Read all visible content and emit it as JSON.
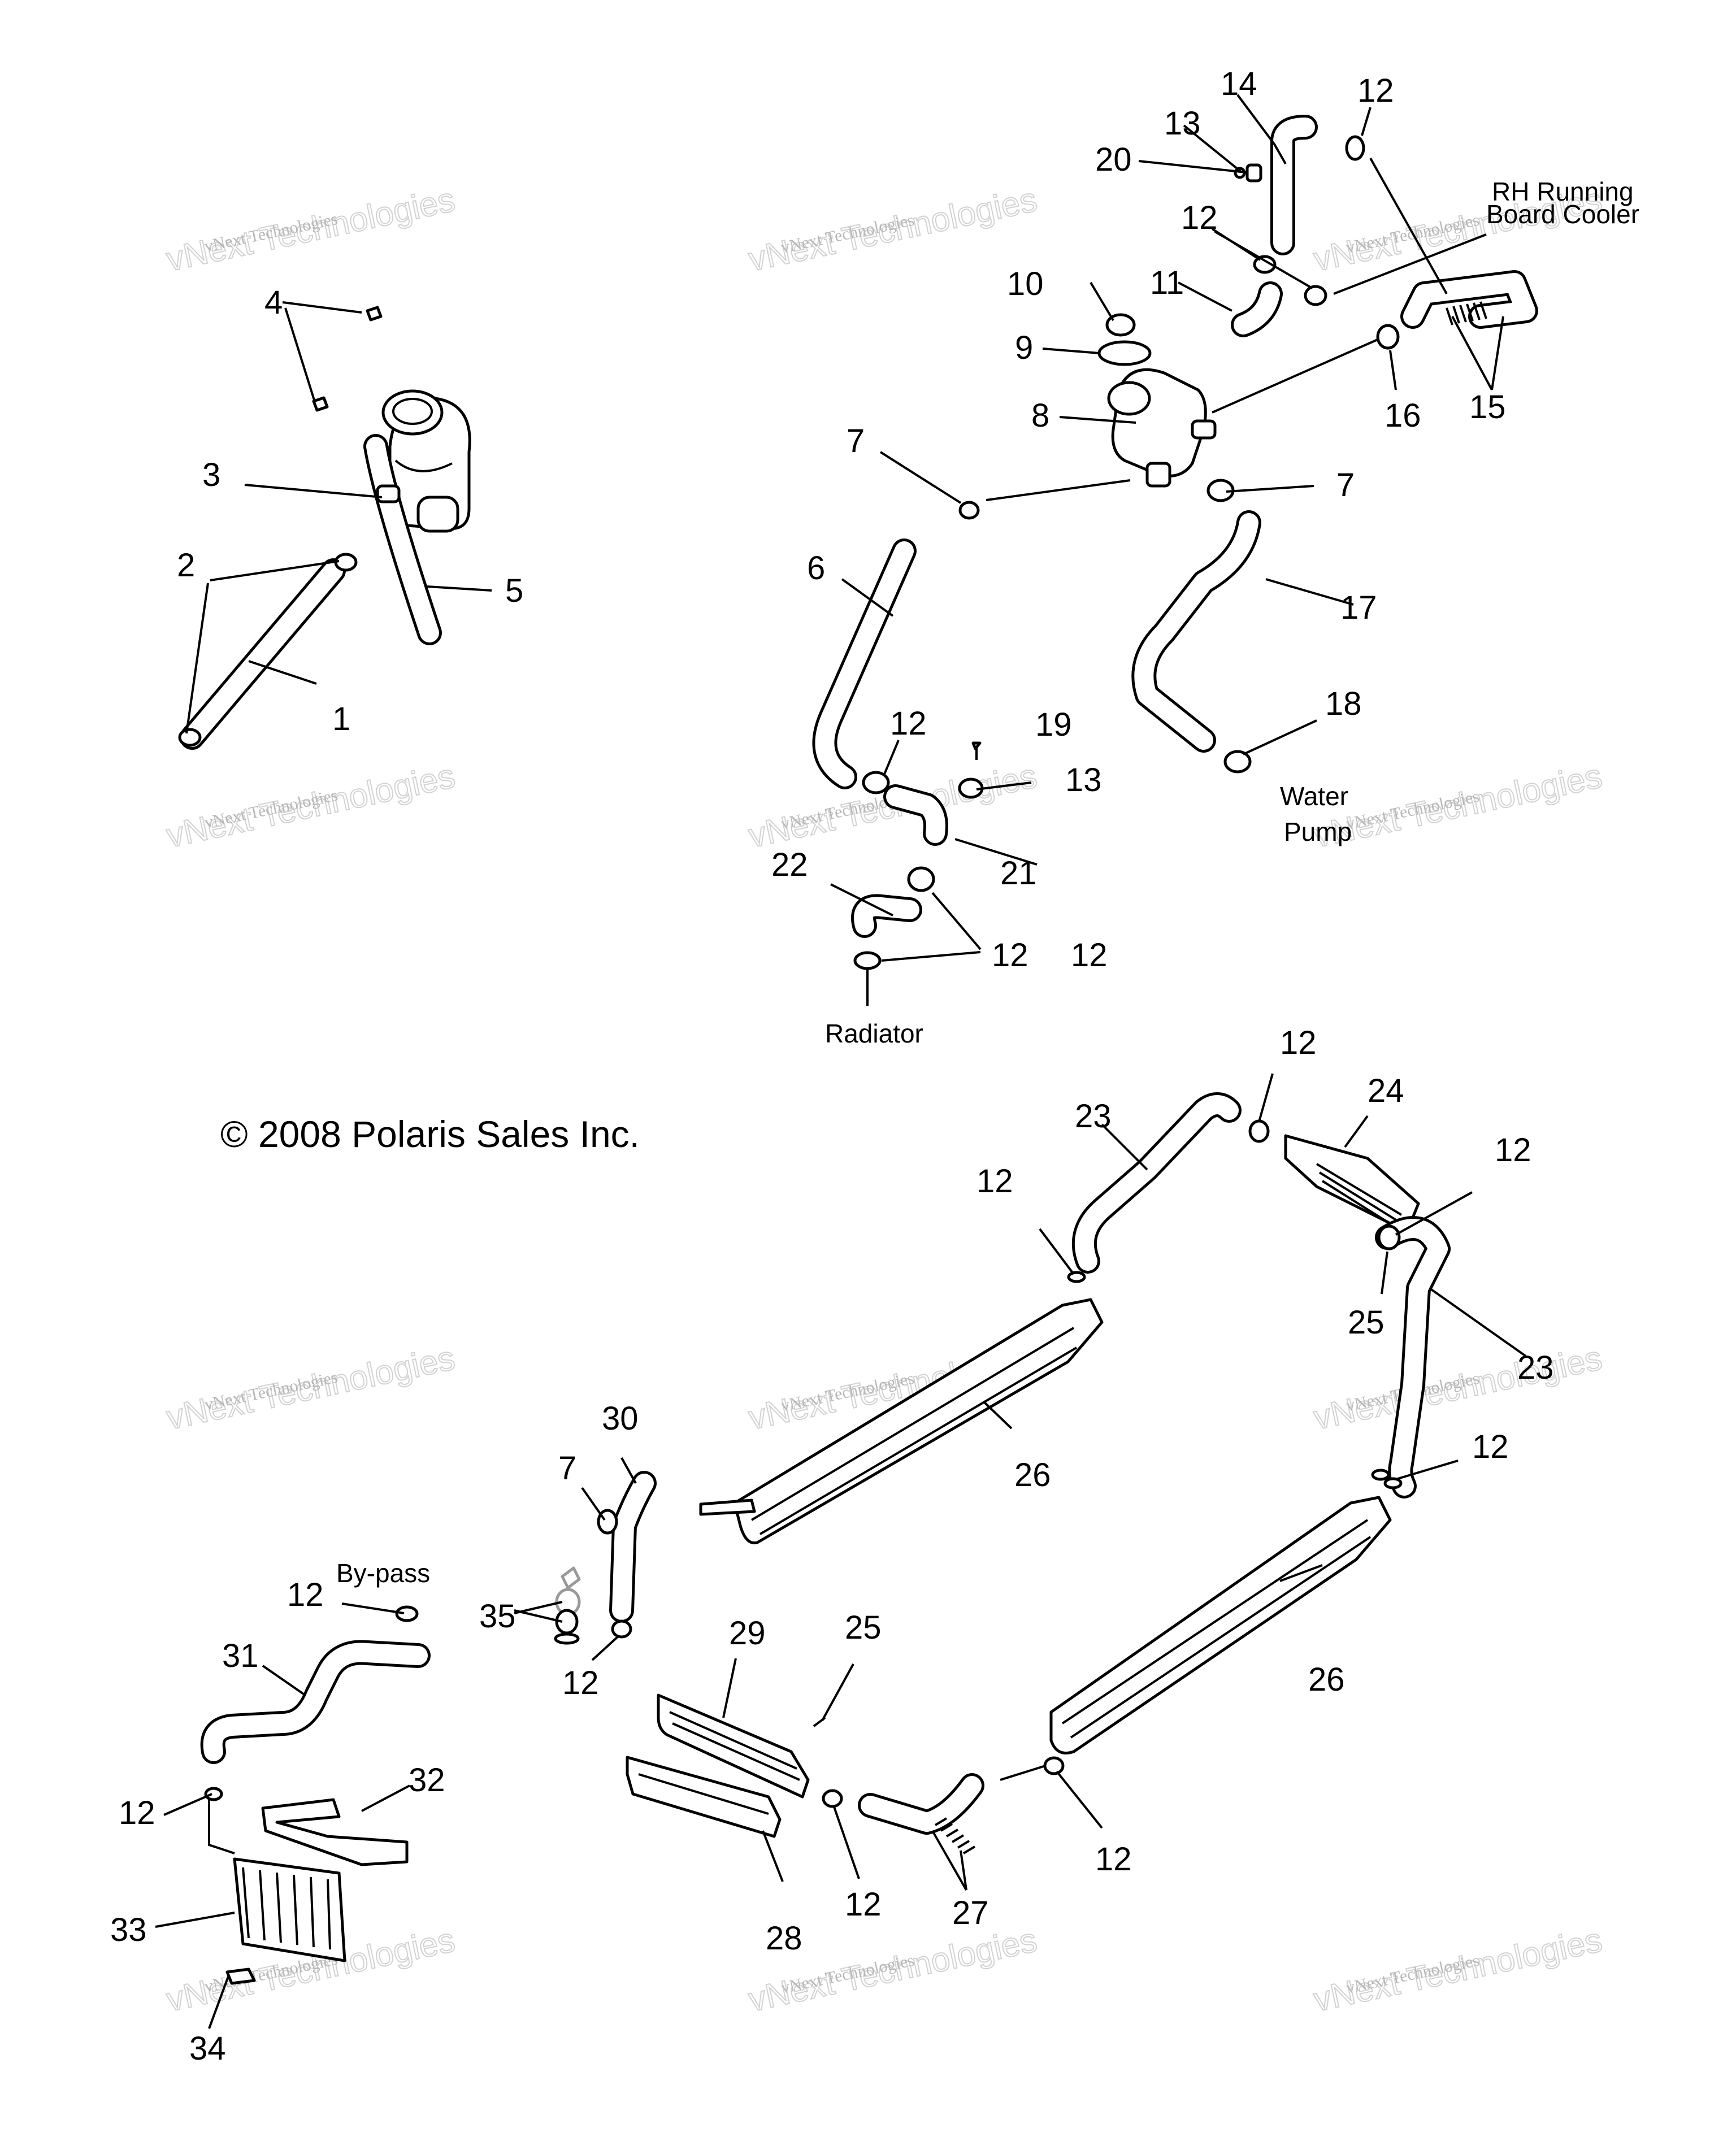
{
  "labels": [
    {
      "id": "1",
      "text": "1"
    },
    {
      "id": "2",
      "text": "2"
    },
    {
      "id": "3",
      "text": "3"
    },
    {
      "id": "4",
      "text": "4"
    },
    {
      "id": "5",
      "text": "5"
    },
    {
      "id": "6",
      "text": "6"
    },
    {
      "id": "7a",
      "text": "7"
    },
    {
      "id": "7b",
      "text": "7"
    },
    {
      "id": "7c",
      "text": "7"
    },
    {
      "id": "8",
      "text": "8"
    },
    {
      "id": "9",
      "text": "9"
    },
    {
      "id": "10",
      "text": "10"
    },
    {
      "id": "11",
      "text": "11"
    },
    {
      "id": "12a",
      "text": "12"
    },
    {
      "id": "12b",
      "text": "12"
    },
    {
      "id": "12c",
      "text": "12"
    },
    {
      "id": "12d",
      "text": "12"
    },
    {
      "id": "12e",
      "text": "12"
    },
    {
      "id": "12f",
      "text": "12"
    },
    {
      "id": "12g",
      "text": "12"
    },
    {
      "id": "12h",
      "text": "12"
    },
    {
      "id": "12i",
      "text": "12"
    },
    {
      "id": "12j",
      "text": "12"
    },
    {
      "id": "12k",
      "text": "12"
    },
    {
      "id": "12l",
      "text": "12"
    },
    {
      "id": "12m",
      "text": "12"
    },
    {
      "id": "12n",
      "text": "12"
    },
    {
      "id": "13a",
      "text": "13"
    },
    {
      "id": "13b",
      "text": "13"
    },
    {
      "id": "14",
      "text": "14"
    },
    {
      "id": "15",
      "text": "15"
    },
    {
      "id": "16",
      "text": "16"
    },
    {
      "id": "17",
      "text": "17"
    },
    {
      "id": "18",
      "text": "18"
    },
    {
      "id": "19",
      "text": "19"
    },
    {
      "id": "20",
      "text": "20"
    },
    {
      "id": "21",
      "text": "21"
    },
    {
      "id": "22",
      "text": "22"
    },
    {
      "id": "23a",
      "text": "23"
    },
    {
      "id": "23b",
      "text": "23"
    },
    {
      "id": "24",
      "text": "24"
    },
    {
      "id": "25a",
      "text": "25"
    },
    {
      "id": "25b",
      "text": "25"
    },
    {
      "id": "26a",
      "text": "26"
    },
    {
      "id": "26b",
      "text": "26"
    },
    {
      "id": "27",
      "text": "27"
    },
    {
      "id": "28",
      "text": "28"
    },
    {
      "id": "29",
      "text": "29"
    },
    {
      "id": "30",
      "text": "30"
    },
    {
      "id": "31",
      "text": "31"
    },
    {
      "id": "32",
      "text": "32"
    },
    {
      "id": "33",
      "text": "33"
    },
    {
      "id": "34",
      "text": "34"
    },
    {
      "id": "35",
      "text": "35"
    }
  ],
  "notes": {
    "rh_line1": "RH Running",
    "rh_line2": "Board Cooler",
    "water_line1": "Water",
    "water_line2": "Pump",
    "radiator": "Radiator",
    "bypass": "By-pass"
  },
  "copyright": "© 2008 Polaris Sales Inc.",
  "watermark": {
    "line1": "vNext Technologies",
    "line2": "vNext Technologies"
  }
}
